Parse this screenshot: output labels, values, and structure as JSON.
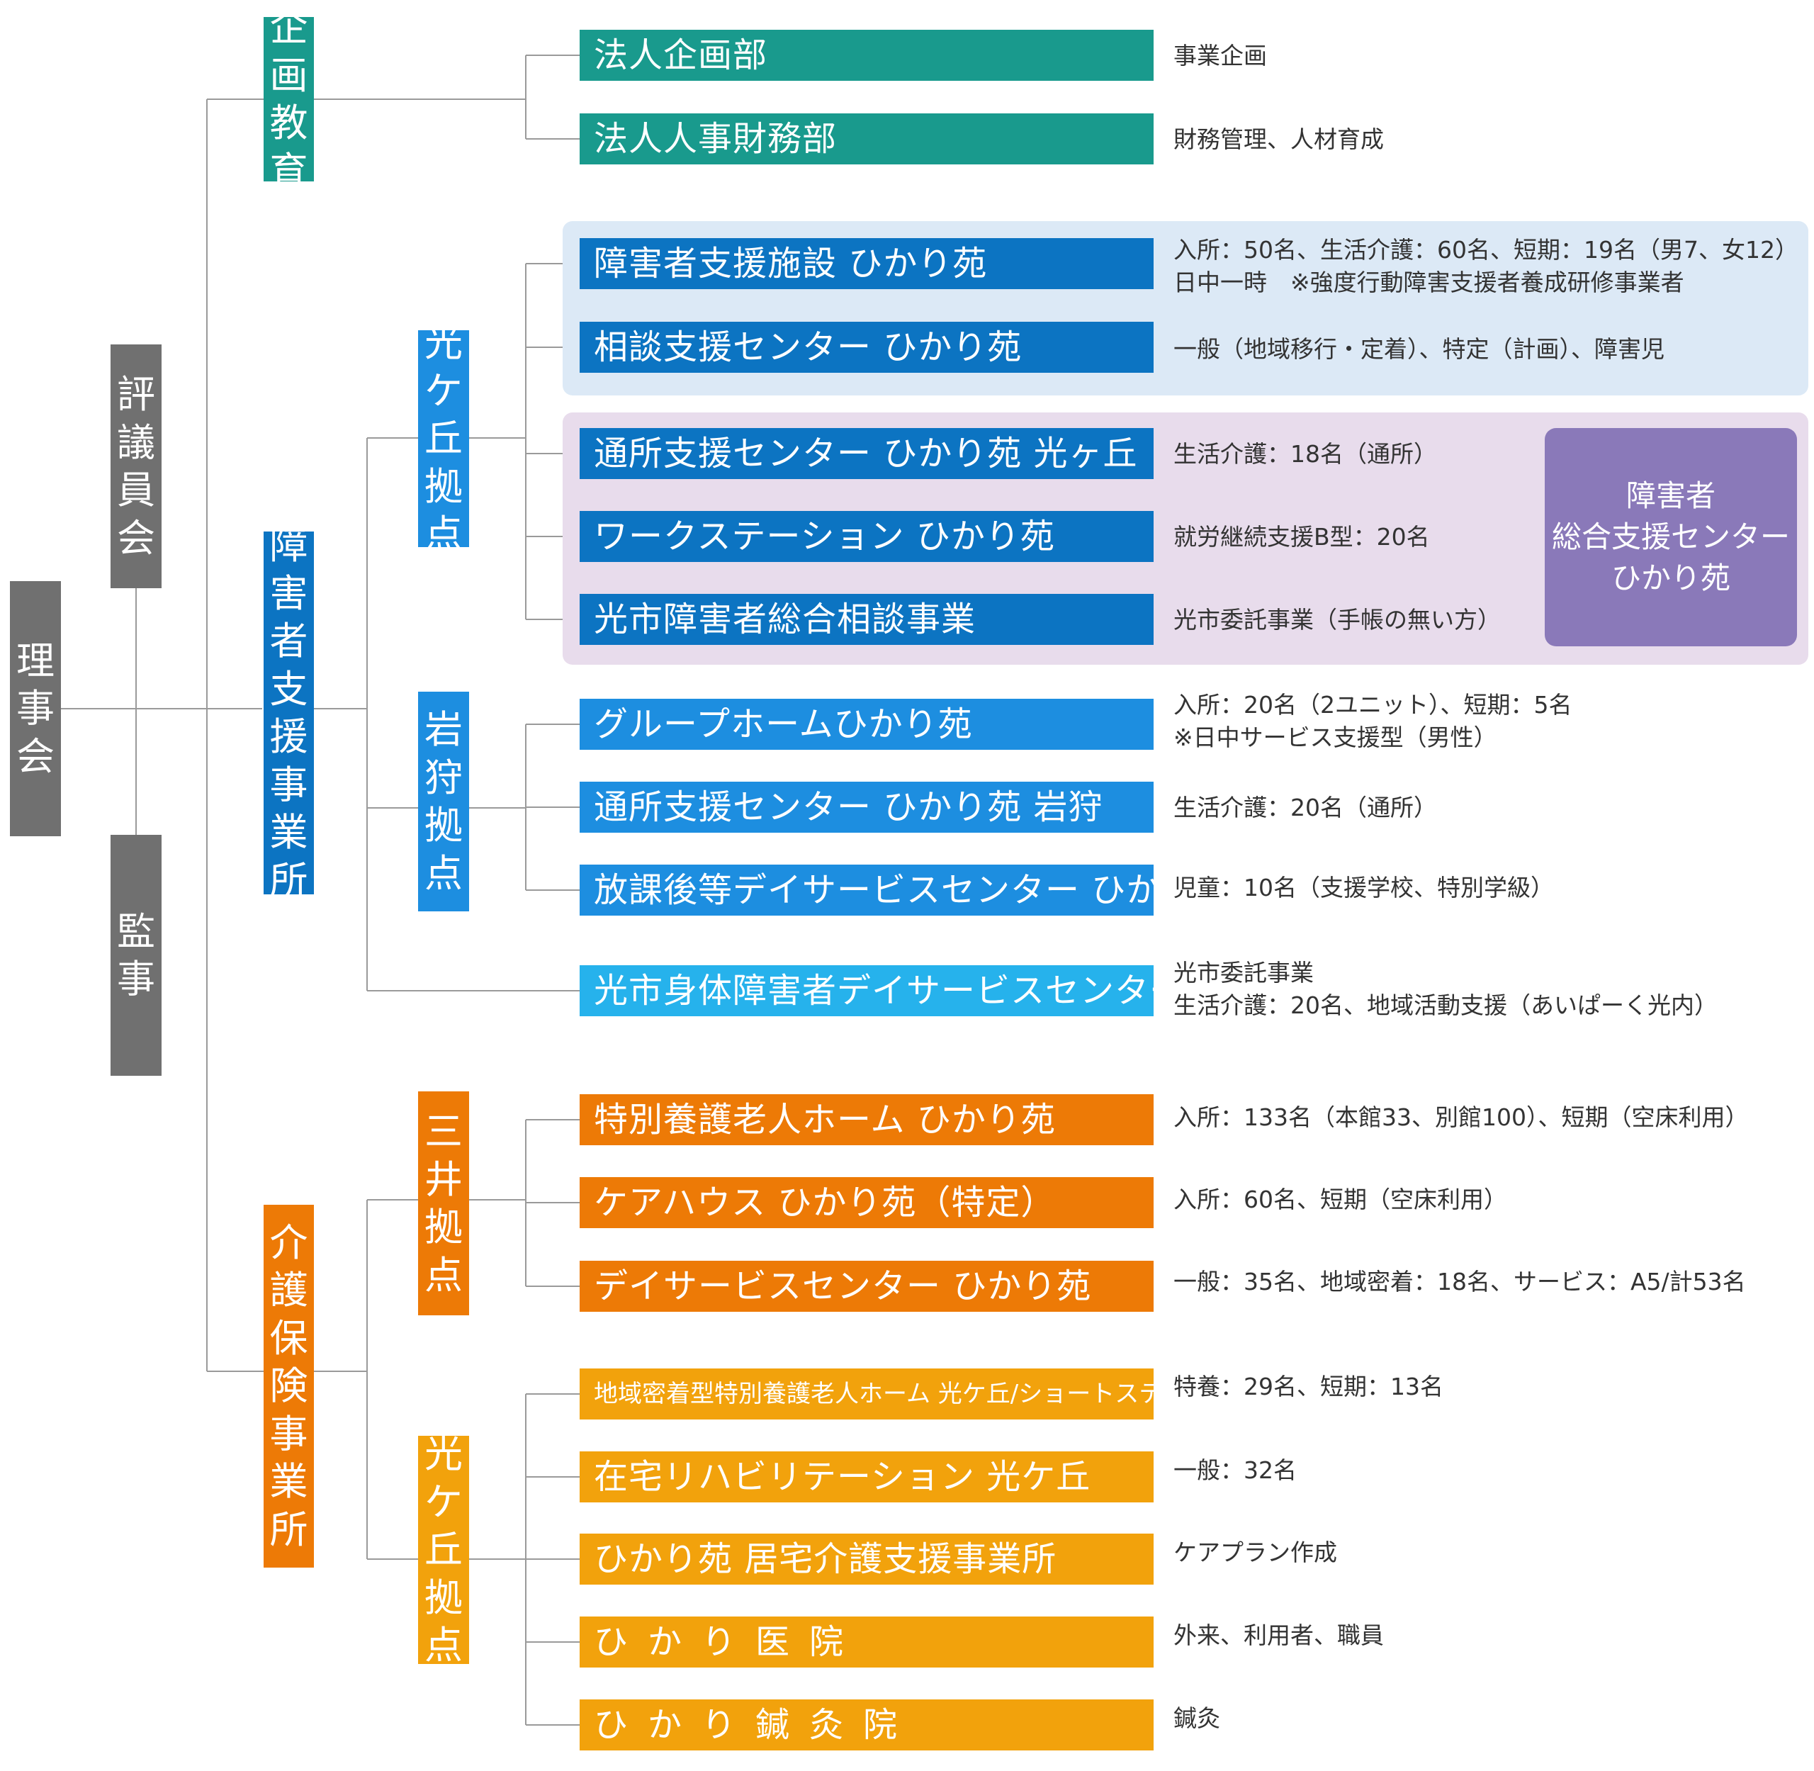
{
  "colors": {
    "teal": "#199a8d",
    "blue_dark": "#0c74c2",
    "blue_mid": "#1d8ee0",
    "blue_light": "#26b2ec",
    "orange_dark": "#ed7a06",
    "orange_light": "#f2a20c",
    "gray": "#707070",
    "purple": "#8a79b9",
    "panel_blue": "#dce9f6",
    "panel_purple": "#e8dcec",
    "line": "#9a9a9a"
  },
  "board": {
    "label": [
      "理",
      "事",
      "会"
    ]
  },
  "council": {
    "label": [
      "評",
      "議",
      "員",
      "会"
    ]
  },
  "auditor": {
    "label": [
      "監",
      "事"
    ]
  },
  "divisions": {
    "planning": [
      "企",
      "画",
      "教",
      "育"
    ],
    "disability": [
      "障",
      "害",
      "者",
      "支",
      "援",
      "事",
      "業",
      "所"
    ],
    "care": [
      "介",
      "護",
      "保",
      "険",
      "事",
      "業",
      "所"
    ]
  },
  "hubs": {
    "hikarigaoka_dis": [
      "光",
      "ケ",
      "丘",
      "拠",
      "点"
    ],
    "iwakari": [
      "岩",
      "狩",
      "拠",
      "点"
    ],
    "mitsui": [
      "三",
      "井",
      "拠",
      "点"
    ],
    "hikarigaoka_care": [
      "光",
      "ケ",
      "丘",
      "拠",
      "点"
    ]
  },
  "units": [
    {
      "name": "法人企画部",
      "desc": [
        "事業企画"
      ]
    },
    {
      "name": "法人人事財務部",
      "desc": [
        "財務管理、人材育成"
      ]
    },
    {
      "name": "障害者支援施設 ひかり苑",
      "desc": [
        "入所：50名、生活介護：60名、短期：19名（男7、女12）",
        "日中一時　※強度行動障害支援者養成研修事業者"
      ]
    },
    {
      "name": "相談支援センター ひかり苑",
      "desc": [
        "一般（地域移行・定着）、特定（計画）、障害児"
      ]
    },
    {
      "name": "通所支援センター ひかり苑 光ヶ丘",
      "desc": [
        "生活介護：18名（通所）"
      ]
    },
    {
      "name": "ワークステーション ひかり苑",
      "desc": [
        "就労継続支援B型：20名"
      ]
    },
    {
      "name": "光市障害者総合相談事業",
      "desc": [
        "光市委託事業（手帳の無い方）"
      ]
    },
    {
      "name": "グループホームひかり苑",
      "desc": [
        "入所：20名（2ユニット）、短期：5名",
        "※日中サービス支援型（男性）"
      ]
    },
    {
      "name": "通所支援センター ひかり苑 岩狩",
      "desc": [
        "生活介護：20名（通所）"
      ]
    },
    {
      "name": "放課後等デイサービスセンター ひかり苑",
      "desc": [
        "児童：10名（支援学校、特別学級）"
      ]
    },
    {
      "name": "光市身体障害者デイサービスセンター",
      "desc": [
        "光市委託事業",
        "生活介護：20名、地域活動支援（あいぱーく光内）"
      ]
    },
    {
      "name": "特別養護老人ホーム ひかり苑",
      "desc": [
        "入所：133名（本館33、別館100）、短期（空床利用）"
      ]
    },
    {
      "name": "ケアハウス ひかり苑（特定）",
      "desc": [
        "入所：60名、短期（空床利用）"
      ]
    },
    {
      "name": "デイサービスセンター ひかり苑",
      "desc": [
        "一般：35名、地域密着：18名、サービス：A5/計53名"
      ]
    },
    {
      "name": "地域密着型特別養護老人ホーム 光ケ丘/ショートステイ 光ケ丘",
      "desc": [
        "特養：29名、短期：13名"
      ]
    },
    {
      "name": "在宅リハビリテーション 光ケ丘",
      "desc": [
        "一般：32名"
      ]
    },
    {
      "name": "ひかり苑 居宅介護支援事業所",
      "desc": [
        "ケアプラン作成"
      ]
    },
    {
      "name": "ひかり医院",
      "desc": [
        "外来、利用者、職員"
      ]
    },
    {
      "name": "ひかり鍼灸院",
      "desc": [
        "鍼灸"
      ]
    }
  ],
  "center": {
    "lines": [
      "障害者",
      "総合支援センター",
      "ひかり苑"
    ]
  }
}
